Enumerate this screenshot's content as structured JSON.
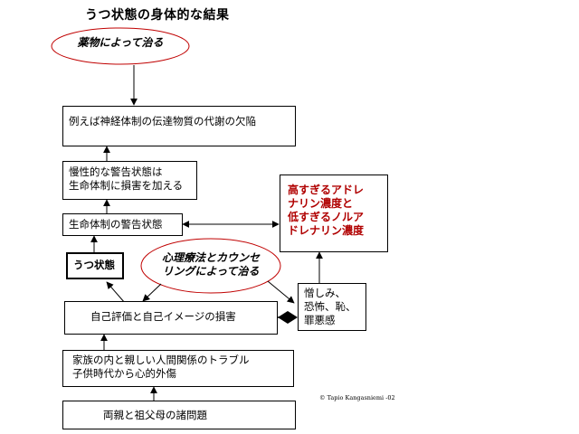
{
  "title": "うつ状態の身体的な結果",
  "ellipse_drugs": "薬物によって治る",
  "ellipse_therapy_line1": "心理療法とカウンセ",
  "ellipse_therapy_line2": "リングによって治る",
  "box_deficit": "例えば神経体制の伝達物質の代謝の欠陥",
  "box_chronic_line1": "慢性的な警告状態は",
  "box_chronic_line2": "生命体制に損害を加える",
  "box_alarm": "生命体制の警告状態",
  "box_adrenaline_line1": "高すぎるアドレ",
  "box_adrenaline_line2": "ナリン濃度と",
  "box_adrenaline_line3": "低すぎるノルア",
  "box_adrenaline_line4": "ドレナリン濃度",
  "box_depression": "うつ状態",
  "box_emotions_line1": "憎しみ、",
  "box_emotions_line2": "恐怖、恥、",
  "box_emotions_line3": "罪悪感",
  "box_selfesteem": "自己評価と自己イメージの損害",
  "box_family_line1": "家族の内と親しい人間関係のトラブル",
  "box_family_line2": "子供時代から心的外傷",
  "box_parents": "両親と祖父母の諸問題",
  "copyright": "© Tapio Kangasniemi -02",
  "colors": {
    "red_text": "#b00000",
    "ellipse_stroke": "#c00000"
  }
}
